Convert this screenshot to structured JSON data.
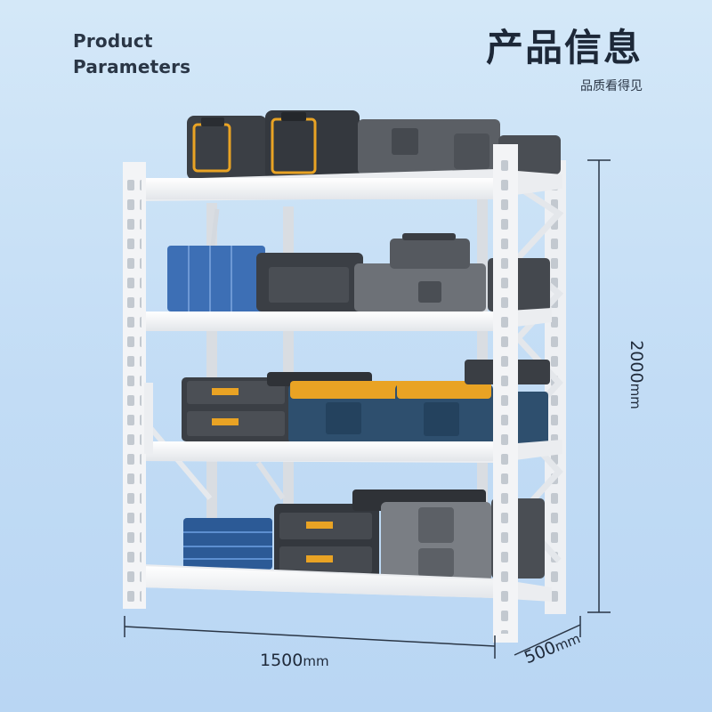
{
  "header": {
    "en_line1": "Product",
    "en_line2": "Parameters",
    "cn_title": "产品信息",
    "cn_subtitle": "品质看得见"
  },
  "dimensions": {
    "width_value": "1500",
    "width_unit": "mm",
    "depth_value": "500",
    "depth_unit": "mm",
    "height_value": "2000",
    "height_unit": "mm"
  },
  "colors": {
    "background": "#c6defa",
    "frame": "#f2f3f5",
    "frame_shadow": "#cfd4da",
    "box_dark": "#3b3f45",
    "box_gray": "#6d7177",
    "box_blue": "#2e4f6e",
    "accent_orange": "#e9a324",
    "organizer_blue": "#3d6fb5"
  }
}
